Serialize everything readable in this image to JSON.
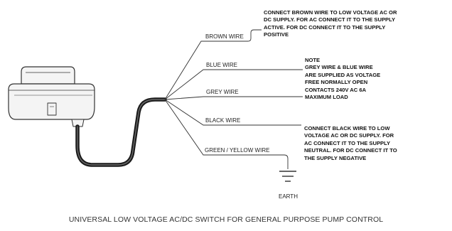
{
  "wires": [
    {
      "id": "brown",
      "label": "BROWN WIRE"
    },
    {
      "id": "blue",
      "label": "BLUE WIRE"
    },
    {
      "id": "grey",
      "label": "GREY WIRE"
    },
    {
      "id": "black",
      "label": "BLACK WIRE"
    },
    {
      "id": "green_yellow",
      "label": "GREEN / YELLOW WIRE"
    }
  ],
  "notes": {
    "brown": [
      "CONNECT BROWN WIRE TO LOW VOLTAGE AC OR",
      "DC SUPPLY. FOR AC CONNECT IT TO THE SUPPLY",
      "ACTIVE. FOR DC CONNECT IT TO THE SUPPLY",
      "POSITIVE"
    ],
    "contacts": [
      "NOTE",
      "GREY WIRE & BLUE WIRE",
      "ARE SUPPLIED AS VOLTAGE",
      "FREE NORMALLY OPEN",
      "CONTACTS 240V AC 6A",
      "MAXIMUM LOAD"
    ],
    "black": [
      "CONNECT BLACK WIRE TO LOW",
      "VOLTAGE AC OR DC SUPPLY. FOR",
      "AC CONNECT IT TO THE SUPPLY",
      "NEUTRAL. FOR DC CONNECT IT TO",
      "THE SUPPLY NEGATIVE"
    ]
  },
  "earth_label": "EARTH",
  "caption": "UNIVERSAL LOW VOLTAGE AC/DC SWITCH FOR GENERAL PURPOSE PUMP CONTROL",
  "colors": {
    "line": "#333333",
    "cable": "#1a1a1a",
    "device_fill": "#f4f4f4"
  }
}
